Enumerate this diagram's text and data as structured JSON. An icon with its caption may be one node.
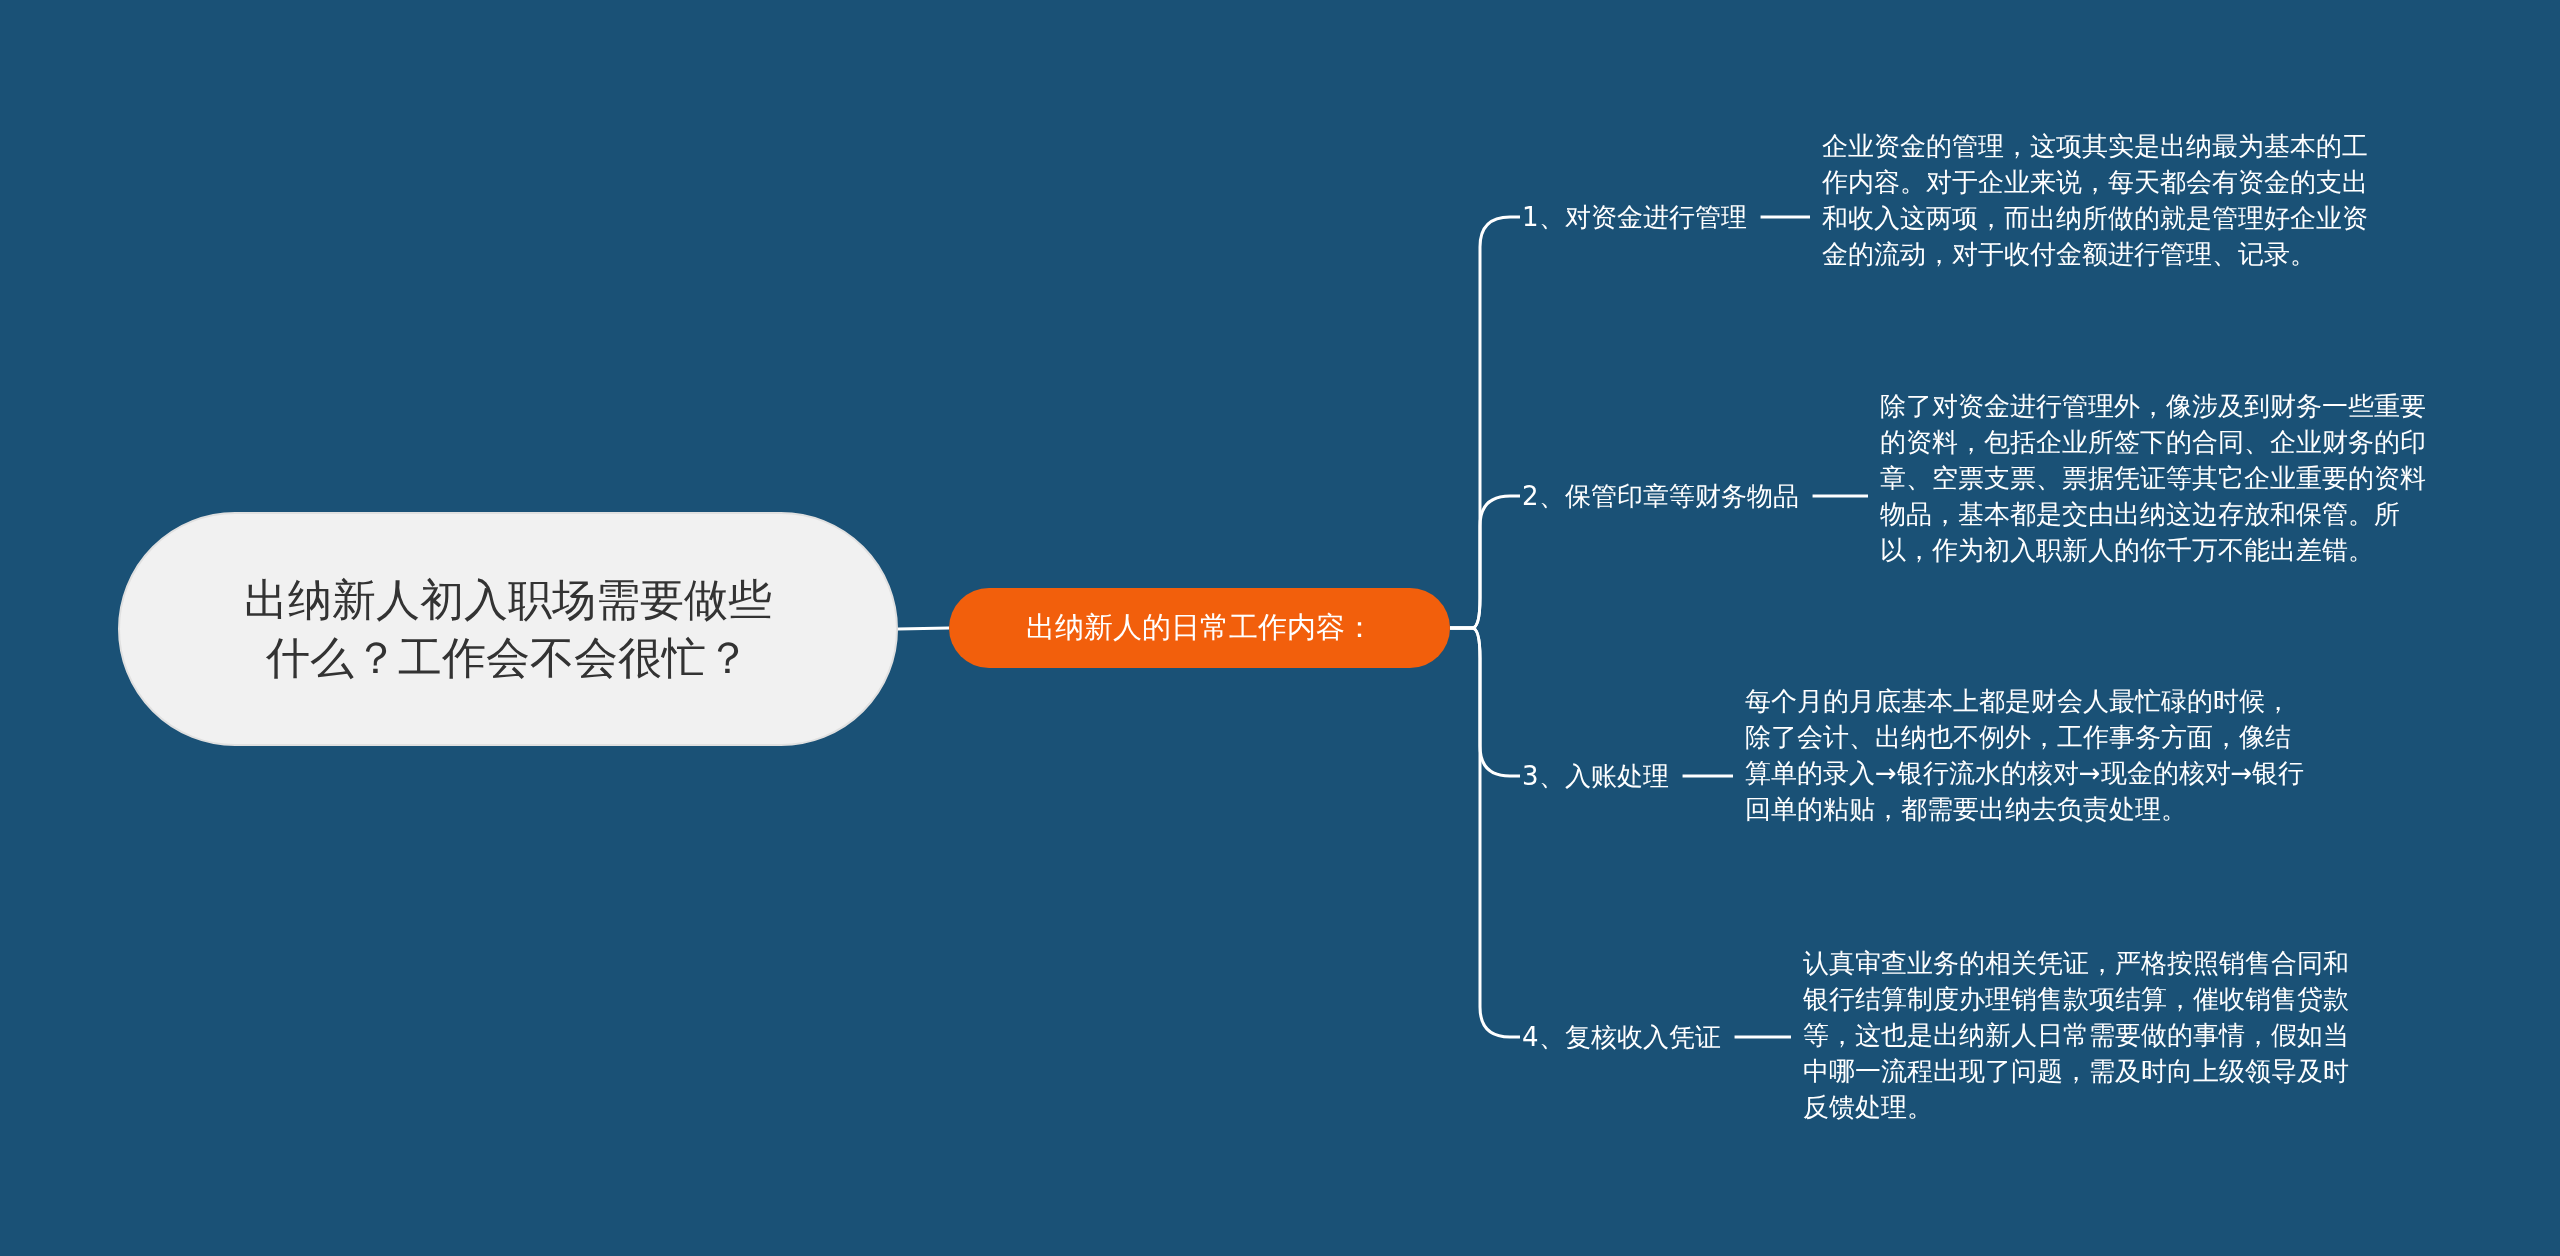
{
  "diagram": {
    "nodes": [
      {
        "text": [
          "出纳新人初入职场需要做些什么？工作会不会很忙？"
        ]
      },
      {
        "text": [
          "出纳新人的日常工作内容："
        ]
      },
      {
        "text": [
          "1、对资金进行管理"
        ]
      },
      {
        "text": [
          "2、保管印章等财务物品"
        ]
      },
      {
        "text": [
          "3、入账处理"
        ]
      },
      {
        "text": [
          "4、复核收入凭证"
        ]
      },
      {
        "text": [
          "企业资金的管理，这项其实是出纳最为基本的工作内容。对于企业来说，每天都会有资金的支出和收入这两项，而出纳所做的就是管理好企业资金的流动，对于收付金额进行管理、记录。"
        ]
      },
      {
        "text": [
          "除了对资金进行管理外，像涉及到财务一些重要的资料，包括企业所签下的合同、企业财务的印章、空票支票、票据凭证等其它企业重要的资料物品，基本都是交由出纳这边存放和保管。所以，作为初入职新人的你千万不能出差错。"
        ]
      },
      {
        "text": [
          "每个月的月底基本上都是财会人最忙碌的时候，除了会计、出纳也不例外，工作事务方面，像结算单的录入→银行流水的核对→现金的核对→银行回单的粘贴，都需要出纳去负责处理。"
        ]
      },
      {
        "text": [
          "认真审查业务的相关凭证，严格按照销售合同和银行结算制度办理销售款项结算，催收销售贷款等，这也是出纳新人日常需要做的事情，假如当中哪一流程出现了问题，需及时向上级领导及时反馈处理。"
        ]
      }
    ],
    "edges": [
      {
        "from": 0,
        "to": 1,
        "arrow": "none"
      },
      {
        "from": 1,
        "to": 2,
        "arrow": "none"
      },
      {
        "from": 1,
        "to": 3,
        "arrow": "none"
      },
      {
        "from": 1,
        "to": 4,
        "arrow": "none"
      },
      {
        "from": 1,
        "to": 5,
        "arrow": "none"
      },
      {
        "from": 2,
        "to": 6,
        "arrow": "none"
      },
      {
        "from": 3,
        "to": 7,
        "arrow": "none"
      },
      {
        "from": 4,
        "to": 8,
        "arrow": "none"
      },
      {
        "from": 5,
        "to": 9,
        "arrow": "none"
      }
    ]
  }
}
